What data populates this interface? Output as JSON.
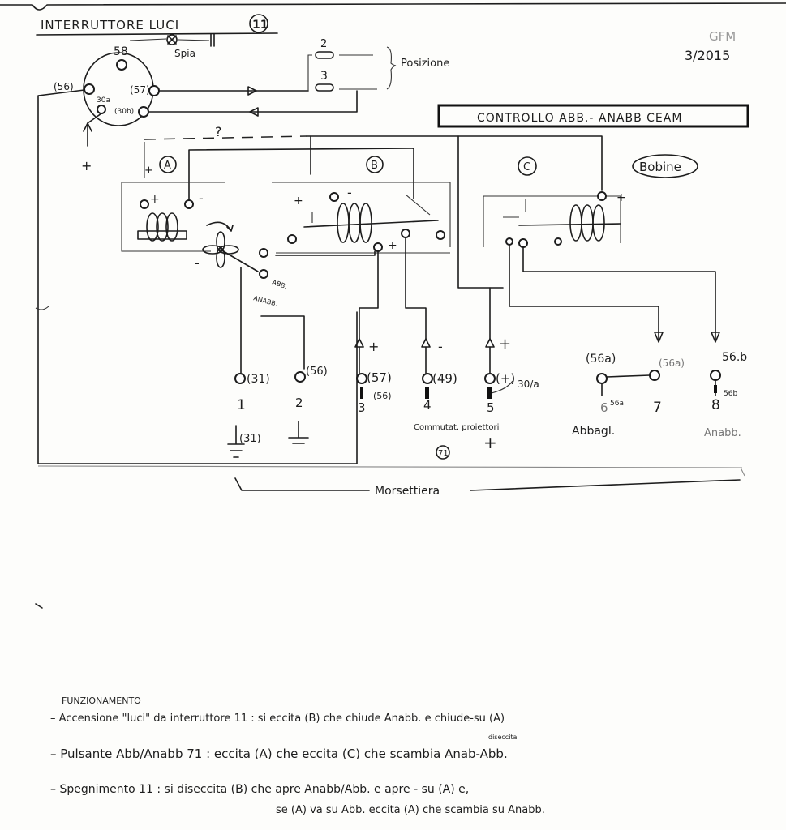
{
  "header": {
    "title": "INTERRUTTORE   LUCI",
    "title_number": "11",
    "author": "GFM",
    "date": "3/2015",
    "box_title": "CONTROLLO  ABB.- ANABB CEAM"
  },
  "switch": {
    "terminals": [
      "58",
      "(56)",
      "(57)",
      "30a",
      "(30b)"
    ],
    "lamp_label": "Spia",
    "positions": [
      "2",
      "3"
    ],
    "positions_label": "Posizione",
    "unknown_mark": "?",
    "plus": "+"
  },
  "relays": {
    "a": "A",
    "b": "B",
    "c": "C",
    "coils_label": "Bobine",
    "abb": "ABB.",
    "anabb": "ANABB.",
    "plus": "+",
    "minus": "-"
  },
  "terminal_block": {
    "label": "Morsettiera",
    "terminals": [
      {
        "num": "1",
        "code": "(31)"
      },
      {
        "num": "2",
        "code": "(56)"
      },
      {
        "num": "3",
        "code": "(57)",
        "sub": "(56)",
        "pol": "+"
      },
      {
        "num": "4",
        "code": "(49)",
        "pol": "-"
      },
      {
        "num": "5",
        "code": "(+)",
        "sub": "30/a",
        "pol": "+"
      },
      {
        "num": "6",
        "code": "(56a)",
        "sub": "56a"
      },
      {
        "num": "7",
        "code": "(56a)"
      },
      {
        "num": "8",
        "code": "56.b",
        "sub": "56b"
      }
    ],
    "ground_label": "(31)",
    "commutator_label": "Commutat. proiettori",
    "commutator_num": "71",
    "commutator_plus": "+",
    "dipped_label": "Abbagl.",
    "main_label": "Anabb."
  },
  "notes": {
    "heading": "FUNZIONAMENTO",
    "lines": [
      "– Accensione \"luci\" da interruttore 11 :  si eccita (B)  che chiude Anabb. e chiude-su (A)",
      "– Pulsante Abb/Anabb  71     :  eccita (A)  che eccita (C)  che scambia Anab-Abb.",
      "– Spegnimento  11       :  si diseccita (B)  che apre Anabb/Abb. e apre - su (A)  e,",
      "se (A) va su  Abb. eccita (A)  che scambia su Anabb."
    ],
    "annotation": "diseccita"
  }
}
